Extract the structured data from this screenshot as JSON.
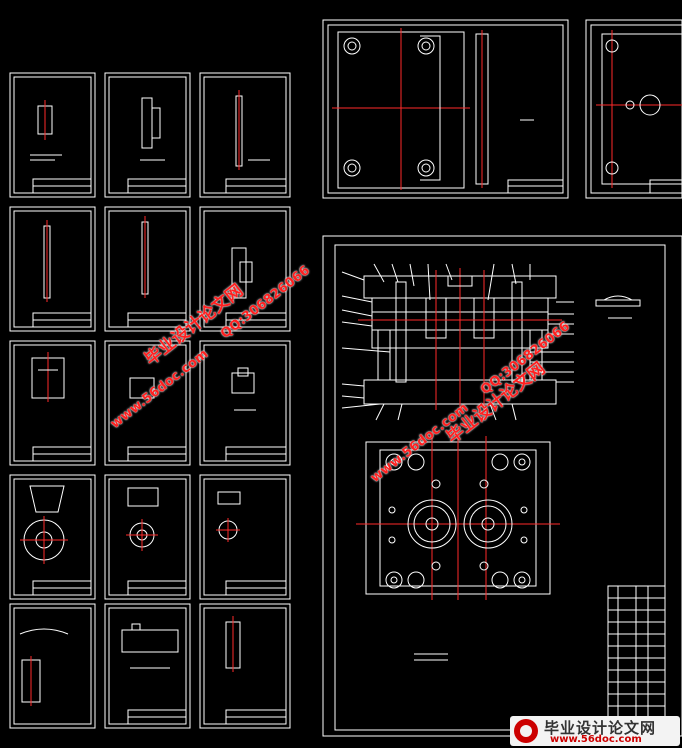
{
  "watermarks": {
    "cn_text": "毕业设计论文网",
    "site_text": "www.56doc.com",
    "qq_text": "QQ:306826066"
  },
  "footer": {
    "cn_text": "毕业设计论文网",
    "site_text": "www.56doc.com"
  },
  "colors": {
    "background": "#000000",
    "sheet_line": "#ffffff",
    "center_line": "#ff2a2a",
    "watermark": "#ff2020"
  }
}
